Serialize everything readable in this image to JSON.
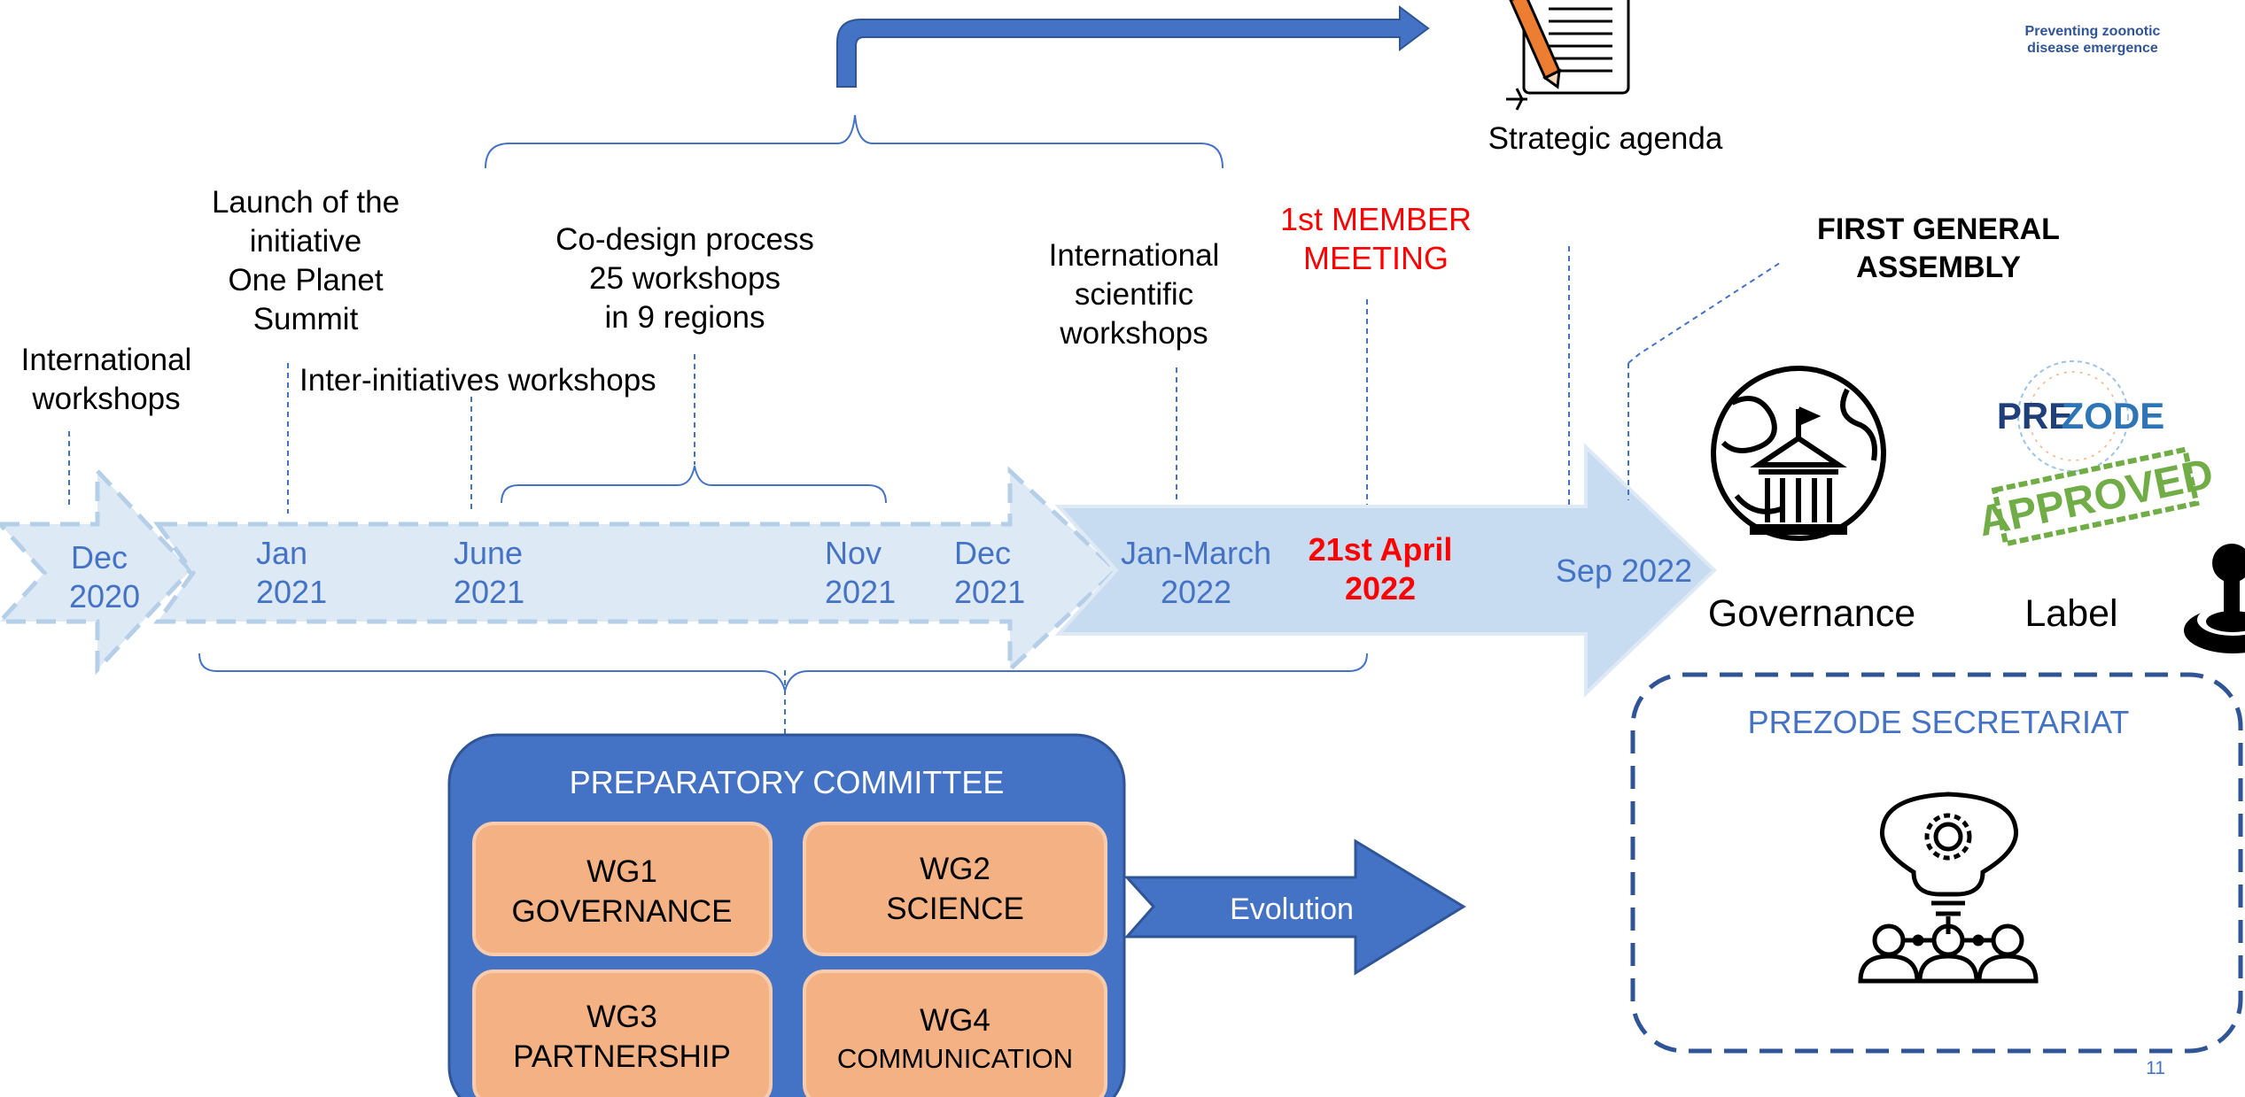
{
  "colors": {
    "arrow_light": "#dde9f5",
    "arrow_mid": "#c7dcf0",
    "arrow_stroke": "#b6cfe9",
    "timeline_text": "#4472c4",
    "accent_blue": "#4472c4",
    "dark_blue": "#2f5597",
    "wg_fill": "#f4b183",
    "highlight_red": "#ff0000"
  },
  "timeline": {
    "dates": [
      {
        "line1": "Dec",
        "line2": "2020"
      },
      {
        "line1": "Jan",
        "line2": "2021"
      },
      {
        "line1": "June",
        "line2": "2021"
      },
      {
        "line1": "Nov",
        "line2": "2021"
      },
      {
        "line1": "Dec",
        "line2": "2021"
      },
      {
        "line1": "Jan-March",
        "line2": "2022"
      },
      {
        "line1": "21st April",
        "line2": "2022"
      },
      {
        "line1": "Sep 2022"
      }
    ]
  },
  "events": {
    "international_workshops": [
      "International",
      "workshops"
    ],
    "launch": [
      "Launch of the",
      "initiative",
      "One Planet",
      "Summit"
    ],
    "inter_initiatives": "Inter-initiatives workshops",
    "codesign": [
      "Co-design process",
      "25 workshops",
      "in 9 regions"
    ],
    "intl_scientific": [
      "International",
      "scientific",
      "workshops"
    ],
    "member_meeting": [
      "1st MEMBER",
      "MEETING"
    ],
    "general_assembly": [
      "FIRST GENERAL",
      "ASSEMBLY"
    ]
  },
  "strategic_agenda": "Strategic agenda",
  "logo": {
    "tagline": [
      "Preventing zoonotic",
      "disease emergence"
    ],
    "pre": "PRE",
    "zode": "ZODE",
    "stamp": "APPROVED"
  },
  "governance_label": "Governance",
  "label_label": "Label",
  "committee": {
    "title": "PREPARATORY COMMITTEE",
    "groups": [
      {
        "line1": "WG1",
        "line2": "GOVERNANCE"
      },
      {
        "line1": "WG2",
        "line2": "SCIENCE"
      },
      {
        "line1": "WG3",
        "line2": "PARTNERSHIP"
      },
      {
        "line1": "WG4",
        "line2": "COMMUNICATION"
      }
    ]
  },
  "evolution": "Evolution",
  "secretariat": "PREZODE SECRETARIAT",
  "page_number": "11",
  "icons": [
    "document-pencil-icon",
    "globe-institution-icon",
    "prezode-approved-logo",
    "joystick-icon",
    "lightbulb-team-icon"
  ]
}
